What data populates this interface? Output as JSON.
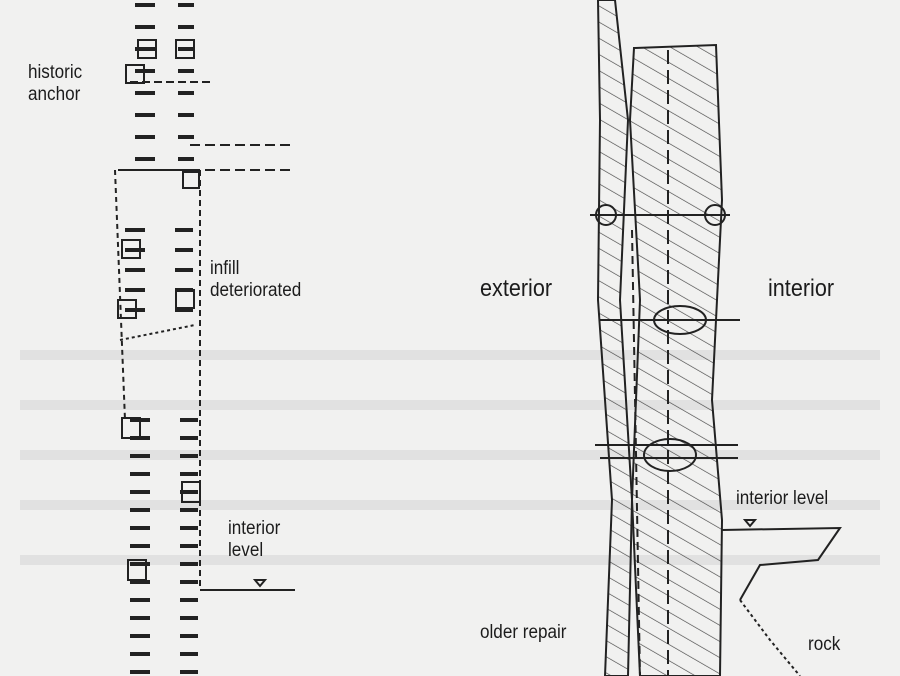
{
  "left_section": {
    "historic_anchor_label": [
      "historic",
      "anchor"
    ],
    "infill_label": [
      "infill",
      "deteriorated"
    ],
    "interior_level_label": [
      "interior",
      "level"
    ]
  },
  "right_section": {
    "exterior_label": "exterior",
    "interior_label": "interior",
    "interior_level_label": "interior level",
    "older_repair_label": "older repair",
    "rock_label": "rock"
  }
}
